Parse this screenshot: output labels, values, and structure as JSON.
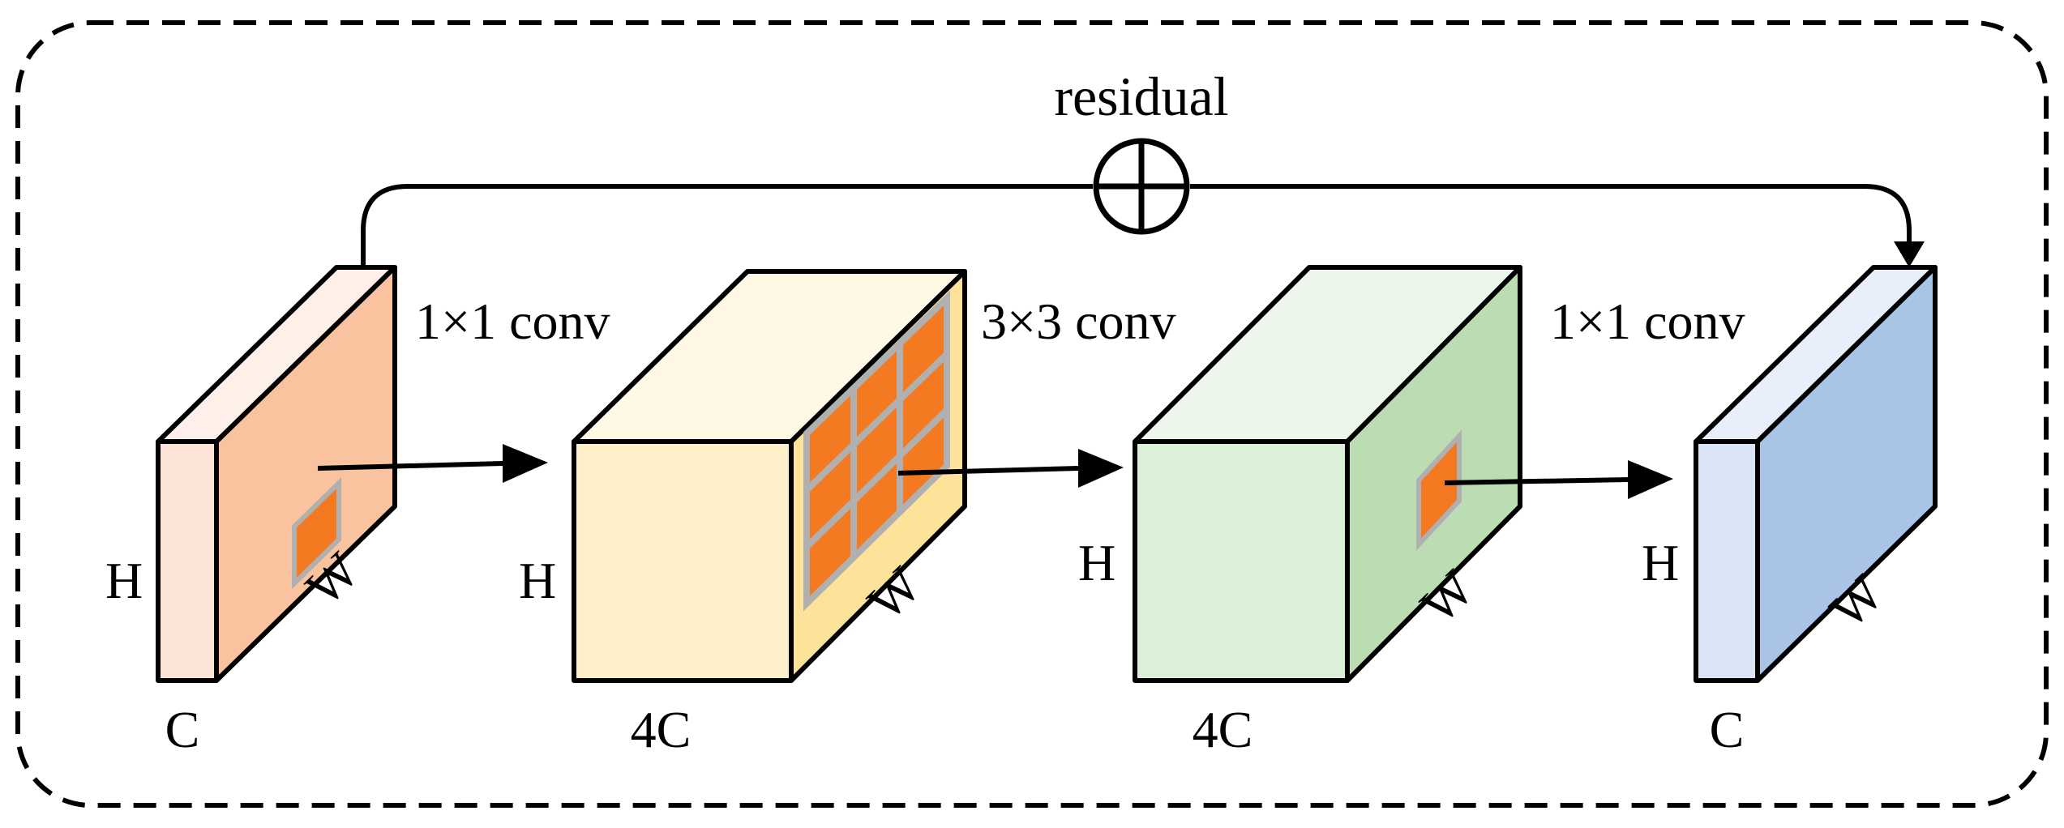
{
  "diagram": {
    "residual_label": "residual",
    "residual_op_icon": "circled-plus-icon",
    "blocks": [
      {
        "id": "input",
        "height_label": "H",
        "width_label": "W",
        "channel_label": "C",
        "front": "#fde4d8",
        "side": "#f9c39f",
        "top": "#fef0e9"
      },
      {
        "id": "expand",
        "height_label": "H",
        "width_label": "W",
        "channel_label": "4C",
        "front": "#fdf0c8",
        "side": "#fde39a",
        "top": "#fef8e4"
      },
      {
        "id": "mid",
        "height_label": "H",
        "width_label": "W",
        "channel_label": "4C",
        "front": "#dcefd8",
        "side": "#bcdcb4",
        "top": "#edf6ea"
      },
      {
        "id": "output",
        "height_label": "H",
        "width_label": "W",
        "channel_label": "C",
        "front": "#d9e4f5",
        "side": "#aac4e8",
        "top": "#e9effa"
      }
    ],
    "ops": [
      {
        "label": "1×1 conv"
      },
      {
        "label": "3×3 conv"
      },
      {
        "label": "1×1 conv"
      }
    ],
    "colors": {
      "kernel": "#f47a22",
      "kernel_border": "#b0b0b0",
      "border": "#000000"
    }
  }
}
